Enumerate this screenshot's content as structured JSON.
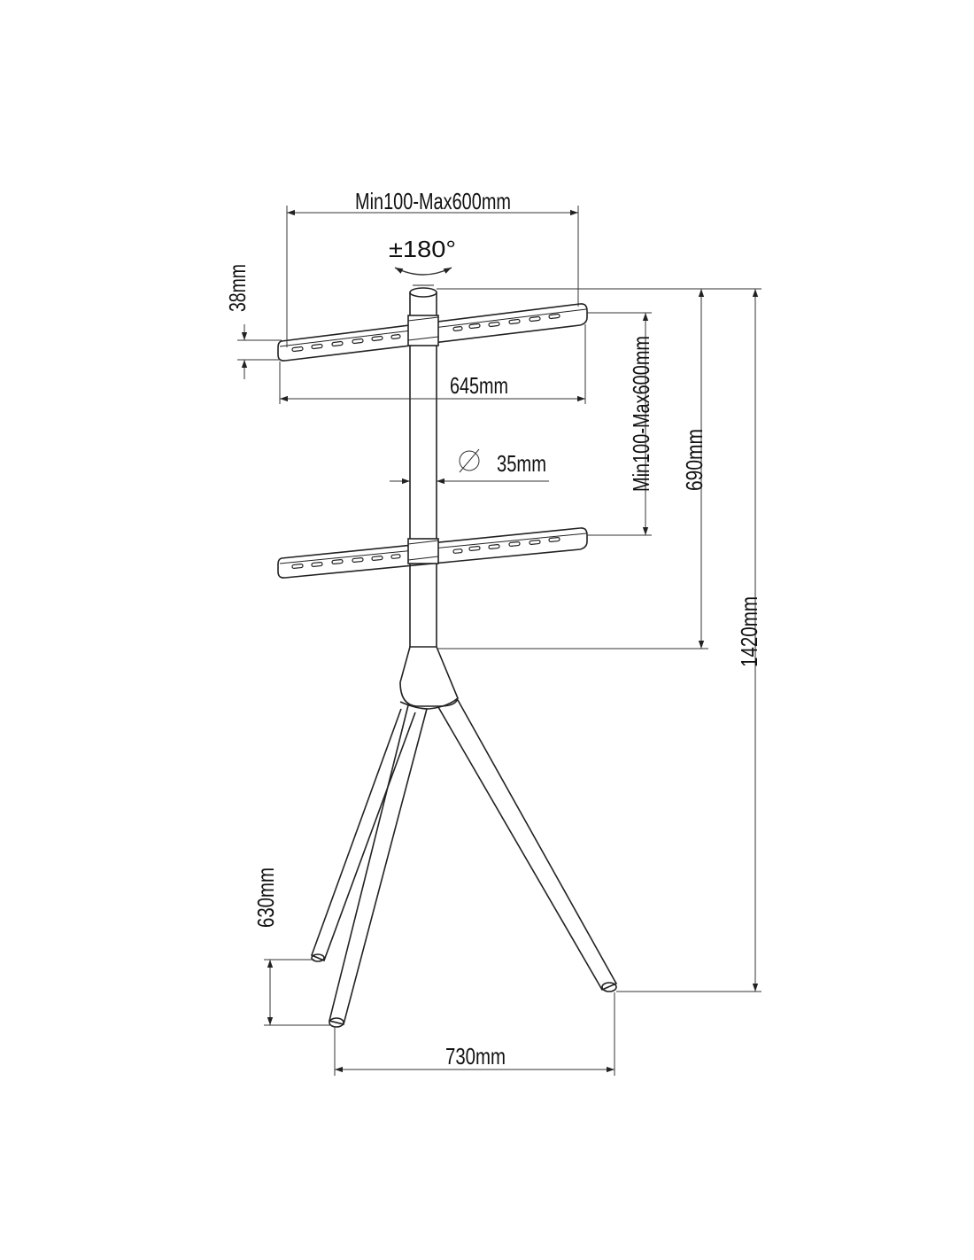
{
  "labels": {
    "top_width": "Min100-Max600mm",
    "rotation": "±180°",
    "bracket_height": "38mm",
    "bracket_length": "645mm",
    "pole_diameter": "35mm",
    "vertical_spacing": "Min100-Max600mm",
    "pole_height": "690mm",
    "total_height": "1420mm",
    "leg_depth": "630mm",
    "base_width": "730mm"
  },
  "colors": {
    "line": "#222222",
    "background": "#ffffff"
  }
}
